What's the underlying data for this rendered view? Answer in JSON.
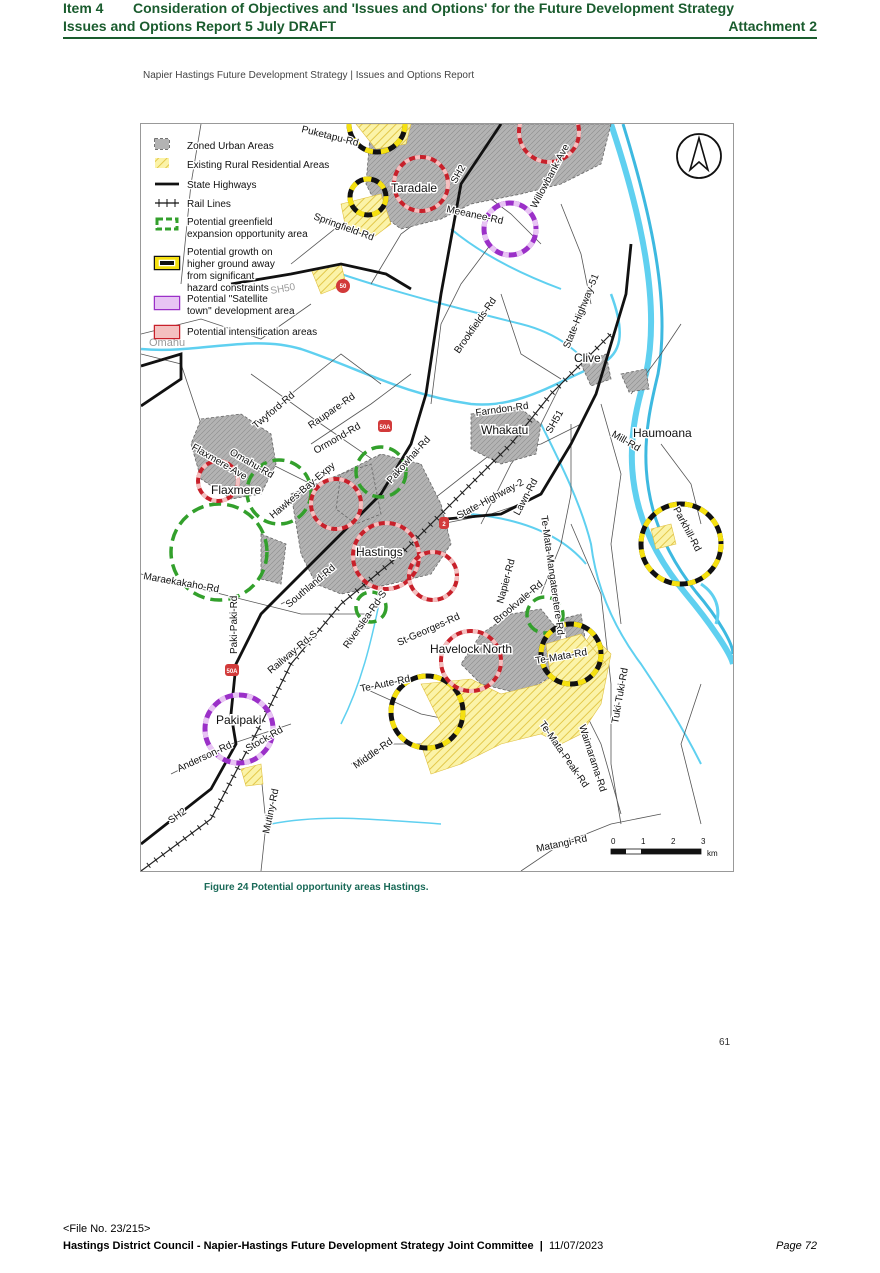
{
  "header": {
    "item_label": "Item 4",
    "item_title": "Consideration of Objectives and 'Issues and Options' for the Future Development Strategy",
    "report_label": "Issues and Options Report 5 July DRAFT",
    "attachment": "Attachment 2"
  },
  "subtitle": "Napier Hastings Future Development Strategy | Issues and Options Report",
  "legend": [
    "Zoned Urban Areas",
    "Existing Rural Residential Areas",
    "State Highways",
    "Rail Lines",
    "Potential greenfield expansion opportunity area",
    "Potential growth on higher ground away from significant hazard constraints",
    "Potential \"Satellite town\" development area",
    "Potential intensification areas"
  ],
  "places": [
    "Taradale",
    "Clive",
    "Whakatu",
    "Haumoana",
    "Flaxmere",
    "Hastings",
    "Havelock North",
    "Pakipaki",
    "Omahu"
  ],
  "roads": [
    "Puketapu-Rd",
    "SH2",
    "Meeanee-Rd",
    "Willowbank-Ave",
    "Springfield-Rd",
    "SH50",
    "State-Highway-51",
    "Brookfields-Rd",
    "Farndon-Rd",
    "SH51",
    "Mill-Rd",
    "Twyford-Rd",
    "Raupare-Rd",
    "Ormond-Rd",
    "Omahu-Rd",
    "Flaxmere-Ave",
    "Hawkes-Bay-Expy",
    "Pakowhai-Rd",
    "State-Highway-2",
    "Lawn-Rd",
    "Te-Mata-Mangateretere-Rd",
    "Parkhill-Rd",
    "Maraekakaho-Rd",
    "Southland-Rd",
    "Napier-Rd",
    "Paki-Paki-Rd",
    "Railway-Rd-S",
    "Riverslea-Rd-S",
    "St-Georges-Rd",
    "Brookvale-Rd",
    "Te-Mata-Rd",
    "Tuki-Tuki-Rd",
    "Te-Aute-Rd",
    "Te-Mata-Peak-Rd",
    "Waimarama-Rd",
    "Anderson-Rd",
    "Stock-Rd",
    "Middle-Rd",
    "SH2",
    "Mutiny-Rd",
    "Matangi-Rd"
  ],
  "shields": [
    "50",
    "50A",
    "2",
    "50A"
  ],
  "scale": {
    "ticks": [
      "0",
      "1",
      "2",
      "3"
    ],
    "unit": "km"
  },
  "caption": "Figure 24 Potential opportunity areas Hastings.",
  "page_number": "61",
  "footer": {
    "file_no": "<File No. 23/215>",
    "committee": "Hastings District Council - Napier-Hastings Future Development Strategy Joint Committee",
    "separator": "|",
    "date": "11/07/2023",
    "page": "Page 72"
  },
  "colors": {
    "header_green": "#1a5c2e",
    "caption_teal": "#1a6a58",
    "water": "#5fd0f0",
    "urban": "#aaaaaa",
    "greenfield": "#33a02c",
    "higher_ground": "#f5e010",
    "satellite": "#9b30c8",
    "intensification": "#c8202a"
  }
}
